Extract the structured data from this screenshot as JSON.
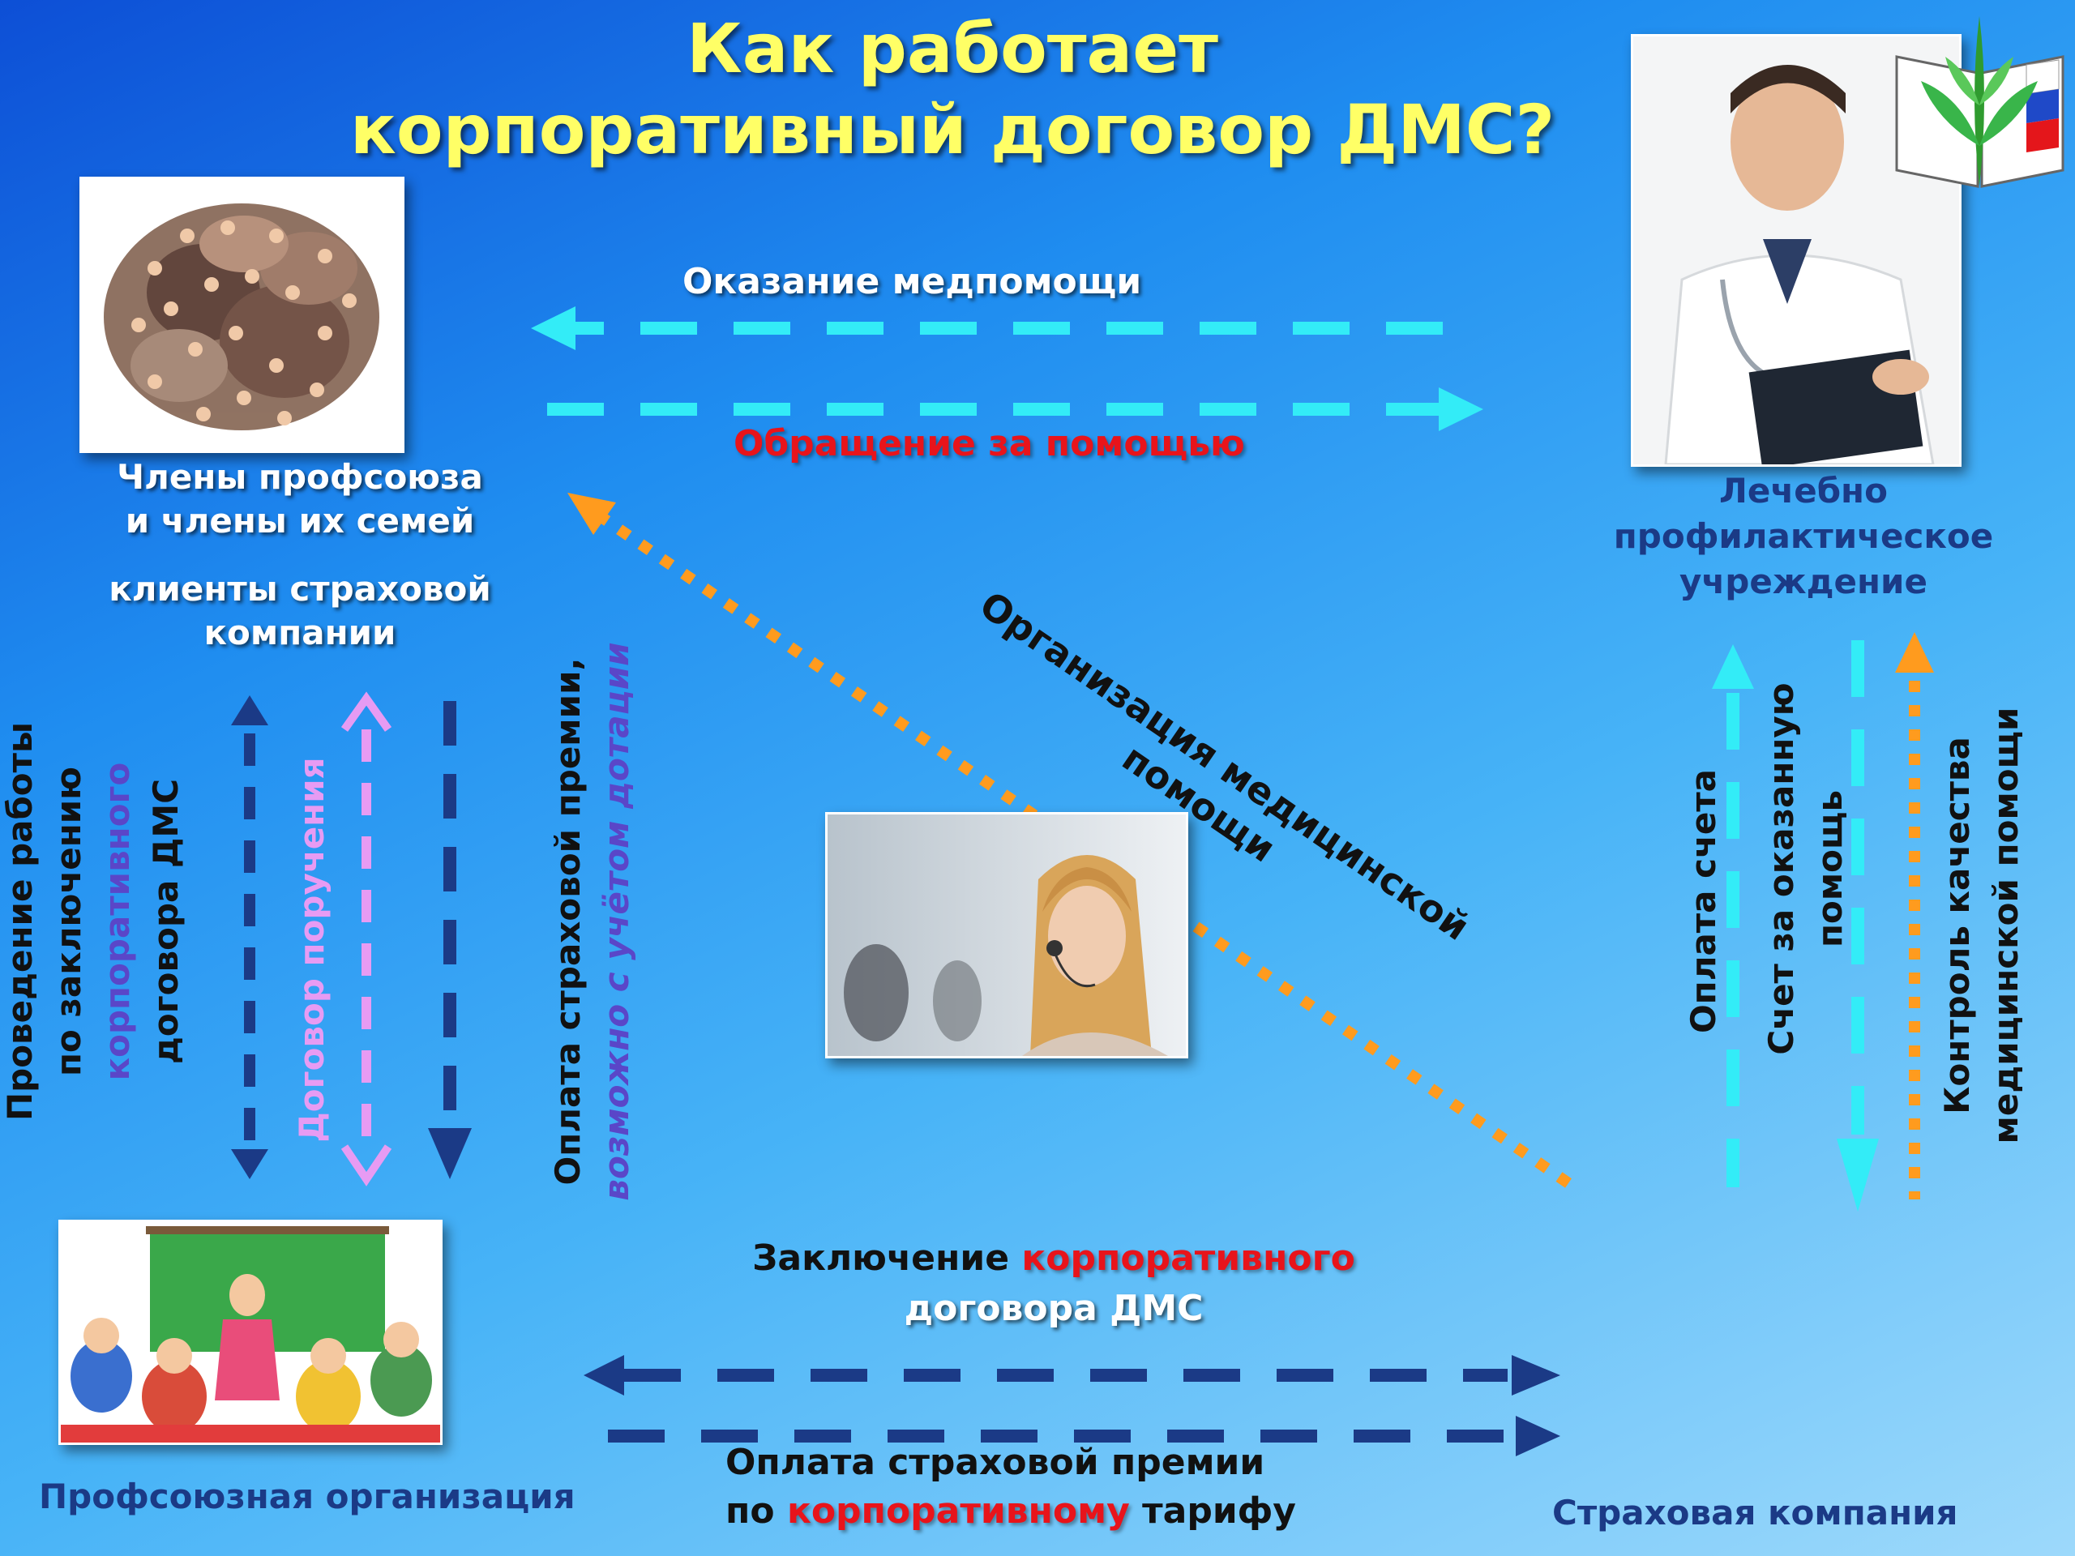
{
  "title": {
    "line1": "Как работает",
    "line2": "корпоративный договор ДМС?"
  },
  "nodes": {
    "members": {
      "line1": "Члены профсоюза",
      "line2": "и члены их семей",
      "sub_line1": "клиенты страховой",
      "sub_line2": "компании"
    },
    "clinic": {
      "line1": "Лечебно",
      "line2": "профилактическое",
      "line3": "учреждение"
    },
    "union_org": {
      "label": "Профсоюзная организация"
    },
    "insurer": {
      "label": "Страховая компания"
    }
  },
  "flows": {
    "care_provision": "Оказание медпомощи",
    "help_request": "Обращение за помощью",
    "organization": {
      "line1": "Организация медицинской",
      "line2": "помощи"
    },
    "contract": {
      "part1": "Заключение ",
      "part2": "корпоративного",
      "line2": "договора ДМС"
    },
    "premium_tariff": {
      "line1": "Оплата страховой премии",
      "part1": "по ",
      "part2": "корпоративному",
      "part3": " тарифу"
    },
    "conduct_work": {
      "line1": "Проведение работы",
      "line2": "по заключению",
      "line3": "корпоративного",
      "line4": "договора ДМС"
    },
    "mandate": "Договор поручения",
    "premium_subsidy": {
      "line1": "Оплата страховой премии,",
      "line2": "возможно с учётом дотации"
    },
    "pay_invoice": "Оплата счета",
    "invoice": {
      "line1": "Счет  за оказанную",
      "line2": "помощь"
    },
    "quality_control": {
      "line1": "Контроль качества",
      "line2": "медицинской помощи"
    }
  },
  "colors": {
    "title": "#ffff66",
    "cyan_arrow": "#33ecf7",
    "orange_arrow": "#ff9b1e",
    "navy_arrow": "#1b3a86",
    "pink_arrow": "#e79bf3",
    "red_text": "#e8141b",
    "purple_text": "#5a46c8"
  }
}
